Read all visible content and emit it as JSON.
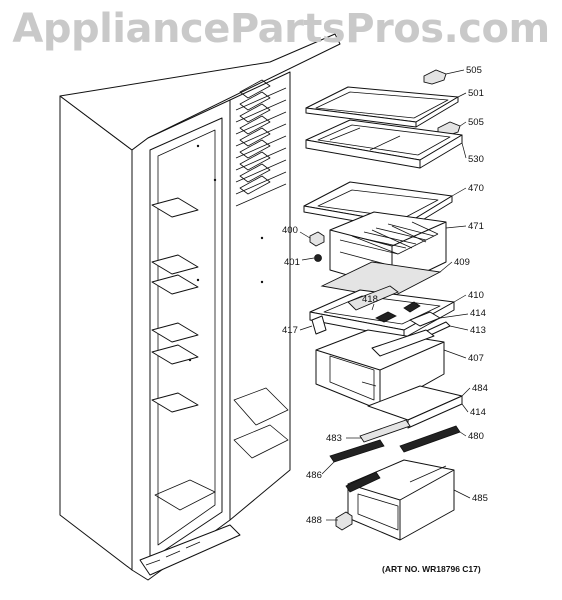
{
  "watermark": "AppliancePartsPros.com",
  "art_number": "(ART NO. WR18796 C17)",
  "callouts": {
    "c505a": "505",
    "c501": "501",
    "c505b": "505",
    "c530": "530",
    "c470": "470",
    "c471": "471",
    "c400": "400",
    "c401": "401",
    "c409": "409",
    "c410": "410",
    "c418": "418",
    "c414a": "414",
    "c417": "417",
    "c413": "413",
    "c407": "407",
    "c484": "484",
    "c414b": "414",
    "c483": "483",
    "c480": "480",
    "c486": "486",
    "c485": "485",
    "c488": "488"
  }
}
